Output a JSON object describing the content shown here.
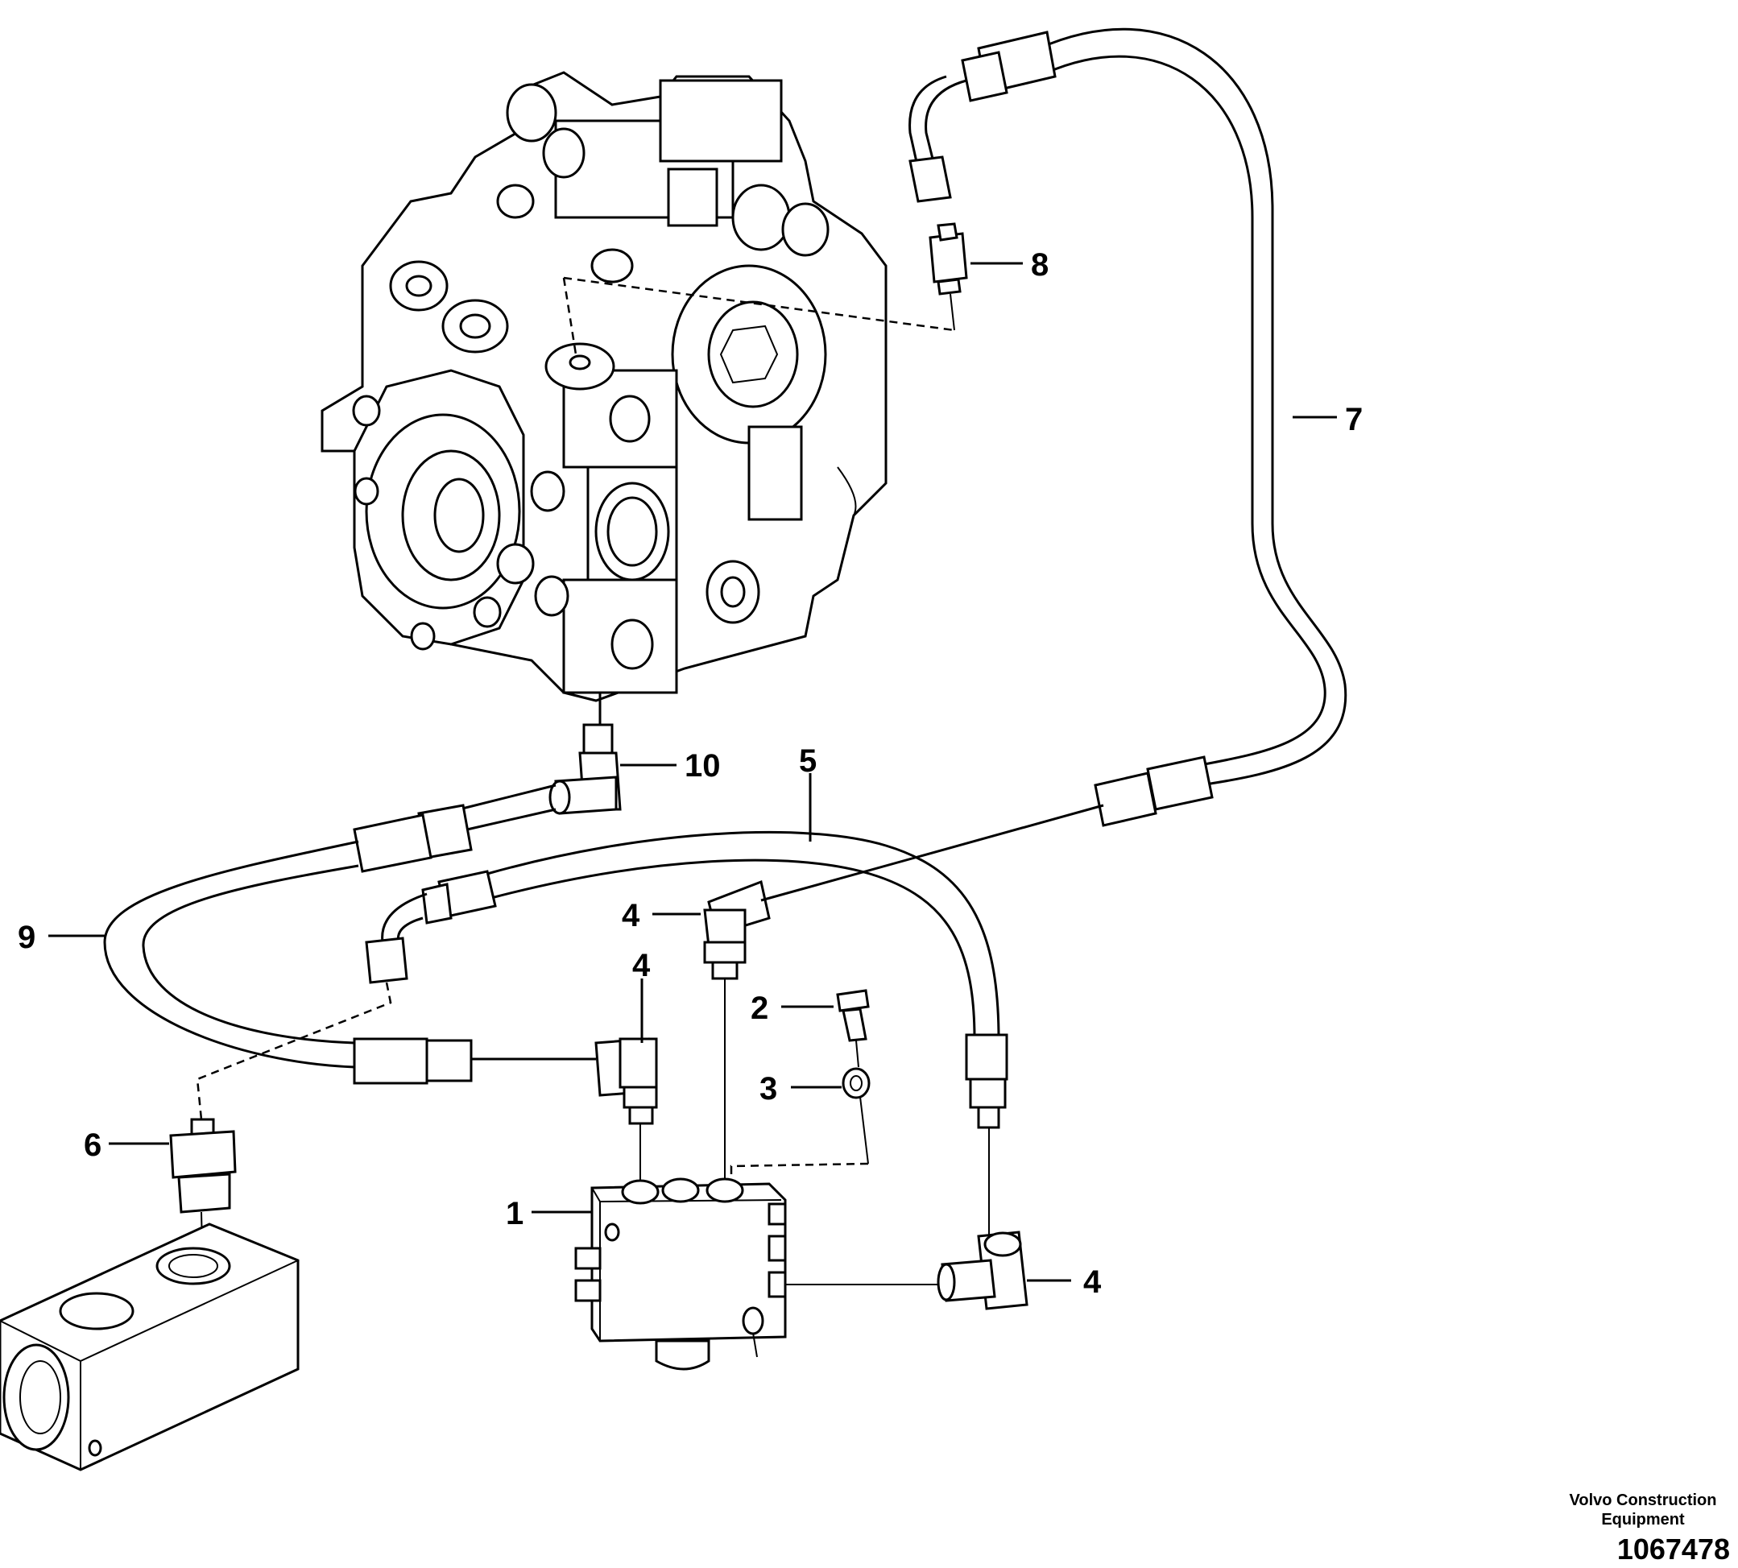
{
  "diagram": {
    "callouts": [
      {
        "id": "1",
        "label": "1"
      },
      {
        "id": "2",
        "label": "2"
      },
      {
        "id": "3",
        "label": "3"
      },
      {
        "id": "4a",
        "label": "4"
      },
      {
        "id": "4b",
        "label": "4"
      },
      {
        "id": "4c",
        "label": "4"
      },
      {
        "id": "5",
        "label": "5"
      },
      {
        "id": "6",
        "label": "6"
      },
      {
        "id": "7",
        "label": "7"
      },
      {
        "id": "8",
        "label": "8"
      },
      {
        "id": "9",
        "label": "9"
      },
      {
        "id": "10",
        "label": "10"
      }
    ]
  },
  "footer": {
    "credit_line1": "Volvo Construction",
    "credit_line2": "Equipment",
    "document_number": "1067478"
  }
}
